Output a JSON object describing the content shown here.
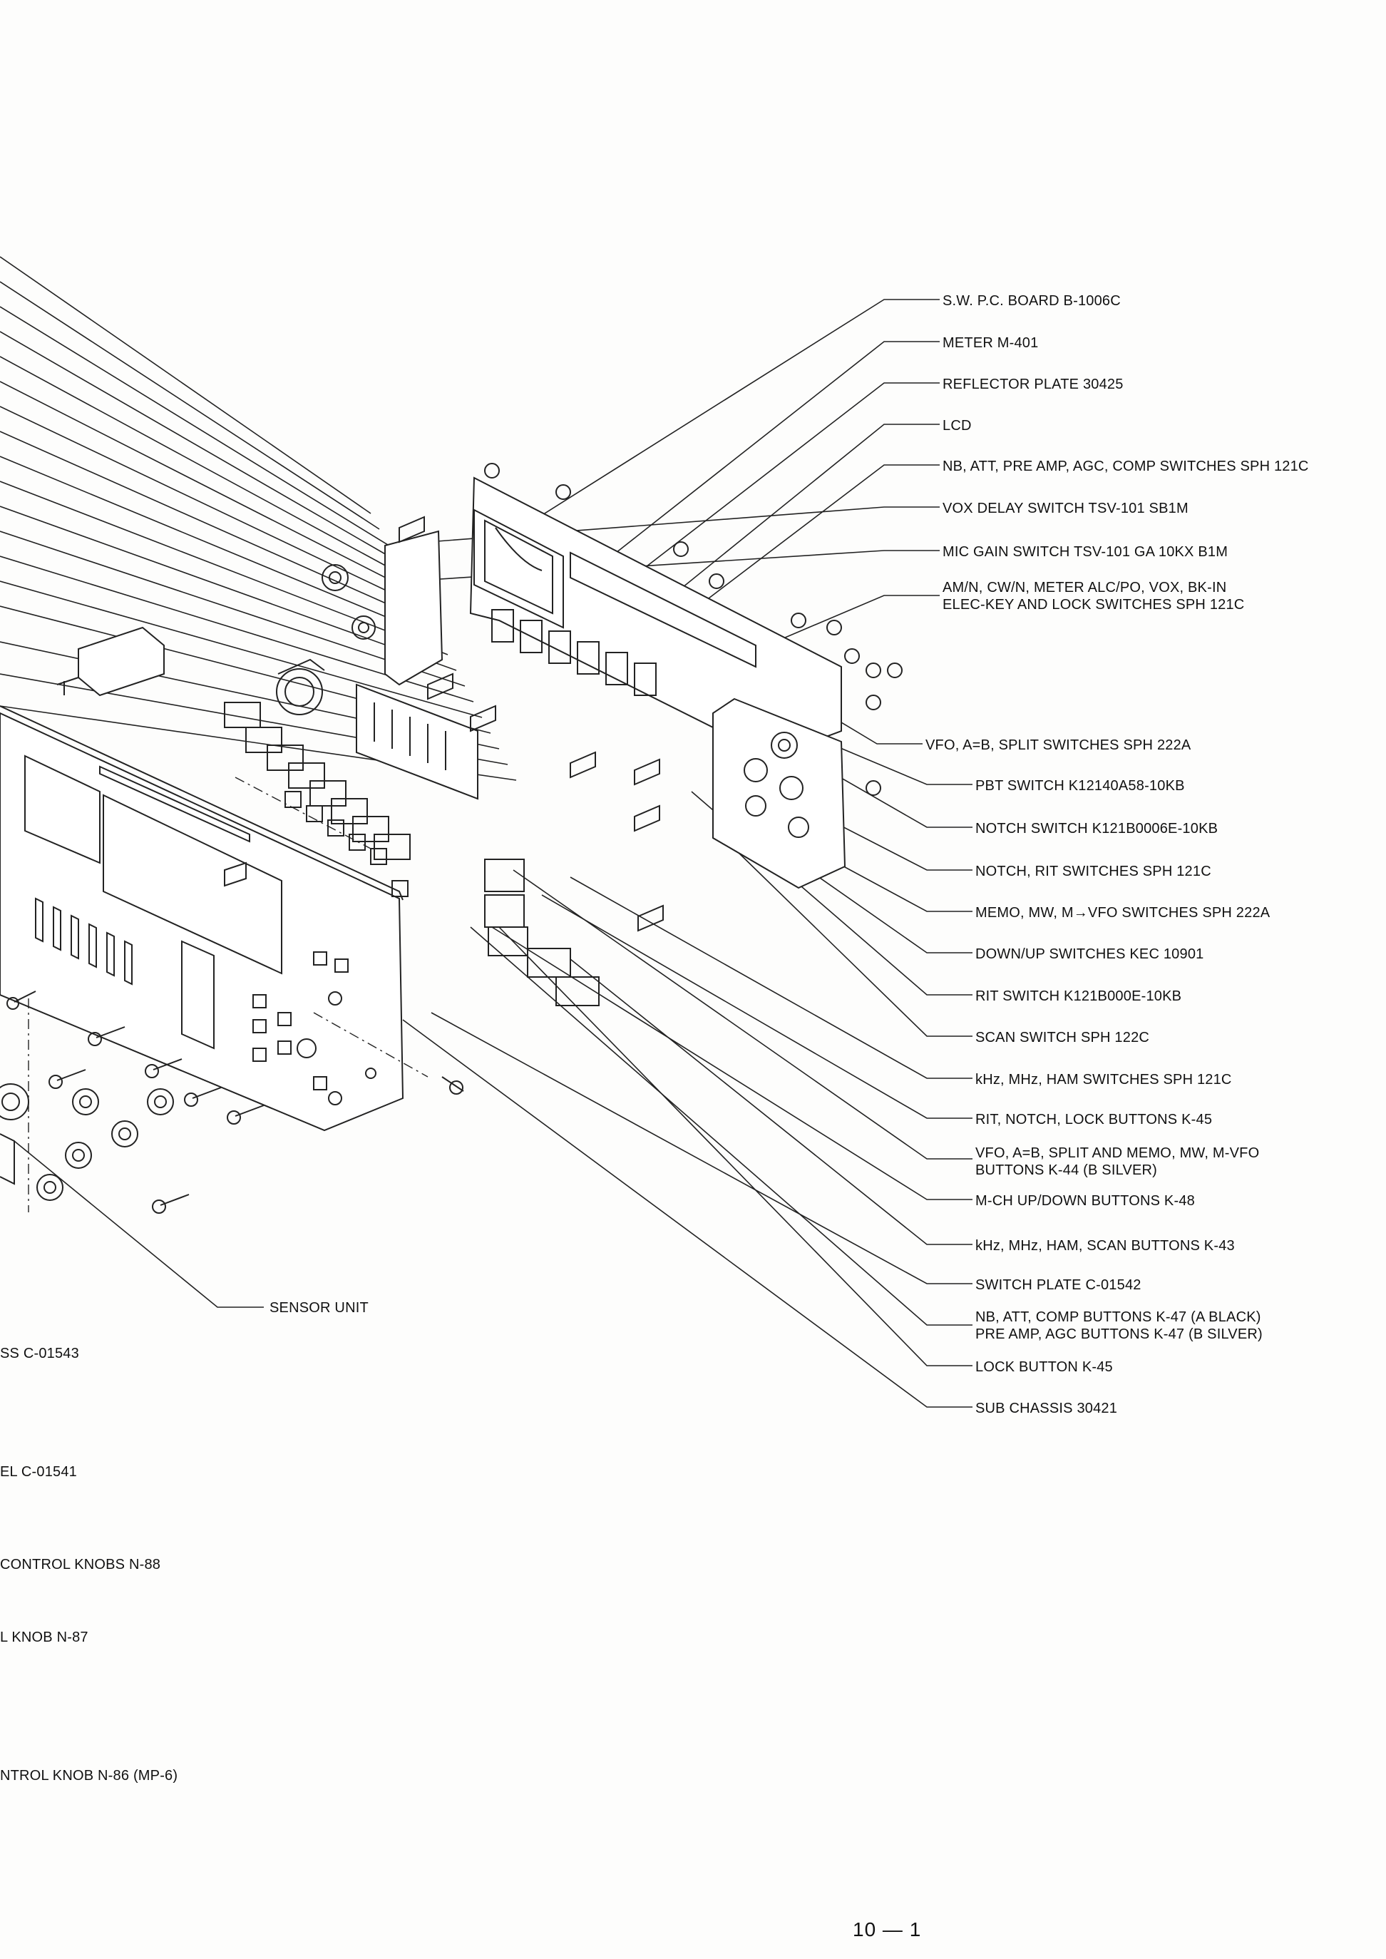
{
  "labels_right": [
    {
      "id": "sw-pc-board",
      "lines": [
        "S.W. P.C. BOARD B-1006C"
      ]
    },
    {
      "id": "meter",
      "lines": [
        "METER M-401"
      ]
    },
    {
      "id": "reflector-plate",
      "lines": [
        "REFLECTOR PLATE 30425"
      ]
    },
    {
      "id": "lcd",
      "lines": [
        "LCD"
      ]
    },
    {
      "id": "nb-att-switches",
      "lines": [
        "NB, ATT, PRE AMP, AGC, COMP SWITCHES SPH 121C"
      ]
    },
    {
      "id": "vox-delay-switch",
      "lines": [
        "VOX DELAY SWITCH TSV-101 SB1M"
      ]
    },
    {
      "id": "mic-gain-switch",
      "lines": [
        "MIC GAIN SWITCH TSV-101 GA 10KX B1M"
      ]
    },
    {
      "id": "am-n-switches",
      "lines": [
        "AM/N, CW/N, METER ALC/PO, VOX, BK-IN",
        "ELEC-KEY AND LOCK SWITCHES SPH 121C"
      ]
    },
    {
      "id": "vfo-switches",
      "lines": [
        "VFO, A=B, SPLIT SWITCHES SPH 222A"
      ]
    },
    {
      "id": "pbt-switch",
      "lines": [
        "PBT SWITCH K12140A58-10KB"
      ]
    },
    {
      "id": "notch-switch",
      "lines": [
        "NOTCH SWITCH K121B0006E-10KB"
      ]
    },
    {
      "id": "notch-rit-switches",
      "lines": [
        "NOTCH, RIT SWITCHES SPH 121C"
      ]
    },
    {
      "id": "memo-switches",
      "lines": [
        "MEMO, MW, M→VFO SWITCHES SPH 222A"
      ]
    },
    {
      "id": "down-up-switches",
      "lines": [
        "DOWN/UP SWITCHES KEC 10901"
      ]
    },
    {
      "id": "rit-switch",
      "lines": [
        "RIT SWITCH K121B000E-10KB"
      ]
    },
    {
      "id": "scan-switch",
      "lines": [
        "SCAN SWITCH SPH 122C"
      ]
    },
    {
      "id": "khz-switches",
      "lines": [
        "kHz, MHz, HAM SWITCHES SPH 121C"
      ]
    },
    {
      "id": "rit-notch-lock-buttons",
      "lines": [
        "RIT, NOTCH, LOCK BUTTONS K-45"
      ]
    },
    {
      "id": "vfo-buttons",
      "lines": [
        "VFO, A=B, SPLIT AND MEMO, MW, M-VFO",
        "BUTTONS K-44 (B SILVER)"
      ]
    },
    {
      "id": "m-ch-buttons",
      "lines": [
        "M-CH UP/DOWN BUTTONS K-48"
      ]
    },
    {
      "id": "khz-buttons",
      "lines": [
        "kHz, MHz, HAM, SCAN BUTTONS K-43"
      ]
    },
    {
      "id": "switch-plate",
      "lines": [
        "SWITCH PLATE C-01542"
      ]
    },
    {
      "id": "nb-att-buttons",
      "lines": [
        "NB, ATT, COMP BUTTONS K-47 (A BLACK)",
        "PRE AMP, AGC BUTTONS K-47 (B SILVER)"
      ]
    },
    {
      "id": "lock-button",
      "lines": [
        "LOCK BUTTON K-45"
      ]
    },
    {
      "id": "sub-chassis",
      "lines": [
        "SUB CHASSIS 30421"
      ]
    }
  ],
  "labels_left": [
    {
      "id": "sensor-unit",
      "text": "SENSOR UNIT"
    },
    {
      "id": "chassis-cut",
      "text": "SS C-01543"
    },
    {
      "id": "panel-cut",
      "text": "EL C-01541"
    },
    {
      "id": "control-knobs-cut",
      "text": "CONTROL KNOBS N-88"
    },
    {
      "id": "knob-cut",
      "text": "L KNOB N-87"
    },
    {
      "id": "control-knob-cut",
      "text": "NTROL KNOB N-86 (MP-6)"
    }
  ],
  "page_number": "10 — 1"
}
